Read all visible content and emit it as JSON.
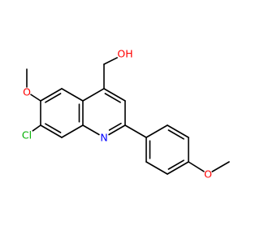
{
  "molecule": {
    "atoms": {
      "oh": {
        "label": "OH",
        "color": "#ff0000"
      },
      "o_methoxy_ring": {
        "label": "O",
        "color": "#ff0000"
      },
      "o_methoxy_phenyl": {
        "label": "O",
        "color": "#ff0000"
      },
      "cl": {
        "label": "Cl",
        "color": "#00b000"
      },
      "n": {
        "label": "N",
        "color": "#0000ff"
      }
    },
    "bond_color": "#000000",
    "background": "#ffffff"
  }
}
